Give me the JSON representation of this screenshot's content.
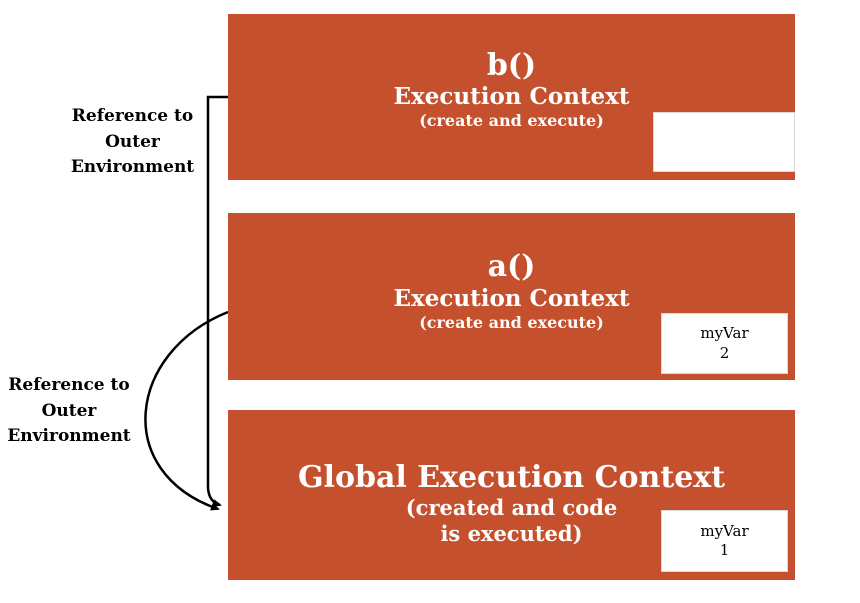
{
  "colors": {
    "context_box": "#C5502E",
    "text_on_box": "#ffffff",
    "label_text": "#000000",
    "var_box": "#ffffff"
  },
  "labels": {
    "ref_outer_top": "Reference to\nOuter\nEnvironment",
    "ref_outer_bottom": "Reference to\nOuter\nEnvironment"
  },
  "boxes": {
    "b": {
      "title": "b()",
      "subtitle": "Execution Context",
      "note": "(create and execute)",
      "var_name": "",
      "var_value": ""
    },
    "a": {
      "title": "a()",
      "subtitle": "Execution Context",
      "note": "(create and execute)",
      "var_name": "myVar",
      "var_value": "2"
    },
    "global": {
      "title": "Global Execution Context",
      "note": "(created and code\nis executed)",
      "var_name": "myVar",
      "var_value": "1"
    }
  }
}
